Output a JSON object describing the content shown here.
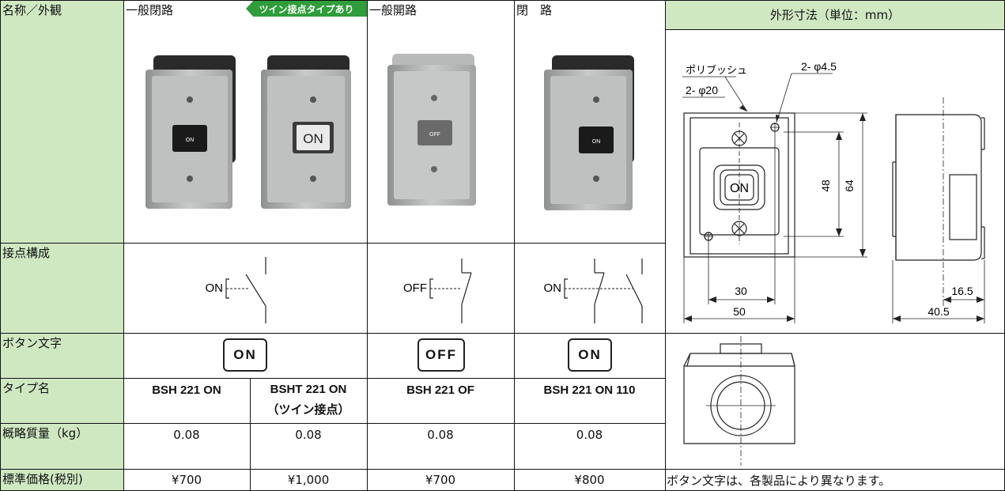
{
  "row_labels": {
    "name": "名称／外観",
    "contacts": "接点構成",
    "button_text": "ボタン文字",
    "type": "タイプ名",
    "weight": "概略質量（kg）",
    "price": "標準価格(税別)"
  },
  "columns": {
    "c1": "一般閉路",
    "c1_tag": "ツイン接点タイプあり",
    "c2": "一般開路",
    "c3": "閉　路"
  },
  "photos": {
    "p1": "ON",
    "p2": "ON",
    "p3": "OFF",
    "p4": "ON"
  },
  "contact_labels": {
    "c1": "ON",
    "c2": "OFF",
    "c3": "ON"
  },
  "button_chars": {
    "c1": "ON",
    "c2": "OFF",
    "c3": "ON"
  },
  "types": {
    "t1": "BSH 221 ON",
    "t2_line1": "BSHT 221 ON",
    "t2_line2": "（ツイン接点）",
    "t3": "BSH 221 OF",
    "t4": "BSH 221 ON 110"
  },
  "weights": {
    "w1": "0.08",
    "w2": "0.08",
    "w3": "0.08",
    "w4": "0.08"
  },
  "prices": {
    "p1": "¥700",
    "p2": "¥1,000",
    "p3": "¥700",
    "p4": "¥800"
  },
  "dimensions": {
    "header": "外形寸法（単位：mm）",
    "bushing": "ポリブッシュ",
    "hole_small": "2- φ4.5",
    "hole_large": "2- φ20",
    "d48": "48",
    "d64": "64",
    "d30": "30",
    "d50": "50",
    "d16_5": "16.5",
    "d40_5": "40.5",
    "on_mark": "ON"
  },
  "note": "ボタン文字は、各製品により異なります。",
  "colors": {
    "label_bg": "#cfe8c2",
    "tag_bg": "#2e9d3a"
  }
}
